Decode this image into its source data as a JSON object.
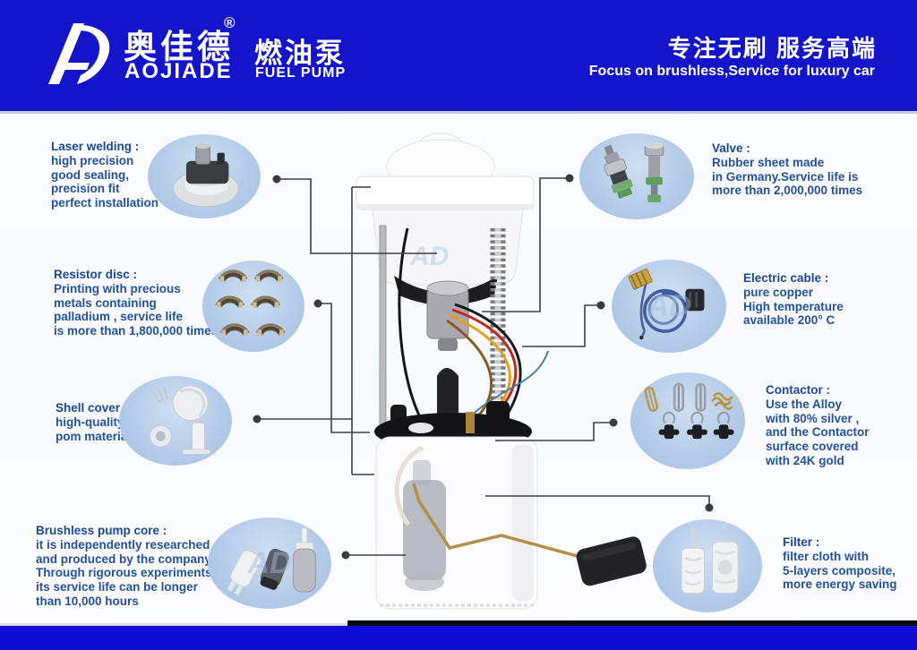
{
  "header": {
    "logo_monogram": "AD",
    "brand_cn": "奥佳德",
    "registered": "®",
    "brand_en": "AOJIADE",
    "product_cn": "燃油泵",
    "product_en": "FUEL PUMP",
    "slogan_cn": "专注无刷 服务高端",
    "slogan_en": "Focus on brushless,Service for luxury car"
  },
  "callouts": [
    {
      "id": "laser-welding",
      "side": "left",
      "title": "Laser welding :",
      "lines": [
        "high precision",
        "good sealing,",
        "precision fit",
        "perfect installation"
      ]
    },
    {
      "id": "resistor-disc",
      "side": "left",
      "title": "Resistor disc :",
      "lines": [
        "Printing with precious",
        "metals containing",
        "palladium , service life",
        "is more than 1,800,000 times"
      ]
    },
    {
      "id": "shell-cover",
      "side": "left",
      "title": "Shell cover :",
      "lines": [
        "high-quality",
        "pom material"
      ]
    },
    {
      "id": "brushless-pump-core",
      "side": "left",
      "title": "Brushless pump core :",
      "lines": [
        "it is independently researched",
        "and produced by the company.",
        "Through rigorous experiments,",
        "its service life can be longer",
        "than 10,000 hours"
      ]
    },
    {
      "id": "valve",
      "side": "right",
      "title": "Valve :",
      "lines": [
        "Rubber sheet made",
        "in Germany.Service life is",
        "more than 2,000,000 times"
      ]
    },
    {
      "id": "electric-cable",
      "side": "right",
      "title": "Electric cable :",
      "lines": [
        "pure copper",
        "High temperature",
        "available 200° C"
      ]
    },
    {
      "id": "contactor",
      "side": "right",
      "title": "Contactor :",
      "lines": [
        "Use the Alloy",
        "with 80% silver ,",
        "and the Contactor",
        "surface covered",
        "with 24K gold"
      ]
    },
    {
      "id": "filter",
      "side": "right",
      "title": "Filter :",
      "lines": [
        "filter cloth with",
        "5-layers composite,",
        "more energy saving"
      ]
    }
  ],
  "colors": {
    "header_blue": "#1414cb",
    "footer_blue": "#0d0dd6",
    "text_blue": "#23519b",
    "bubble_blue": "#b5cce9",
    "connector_gray": "#3f3f3f"
  }
}
